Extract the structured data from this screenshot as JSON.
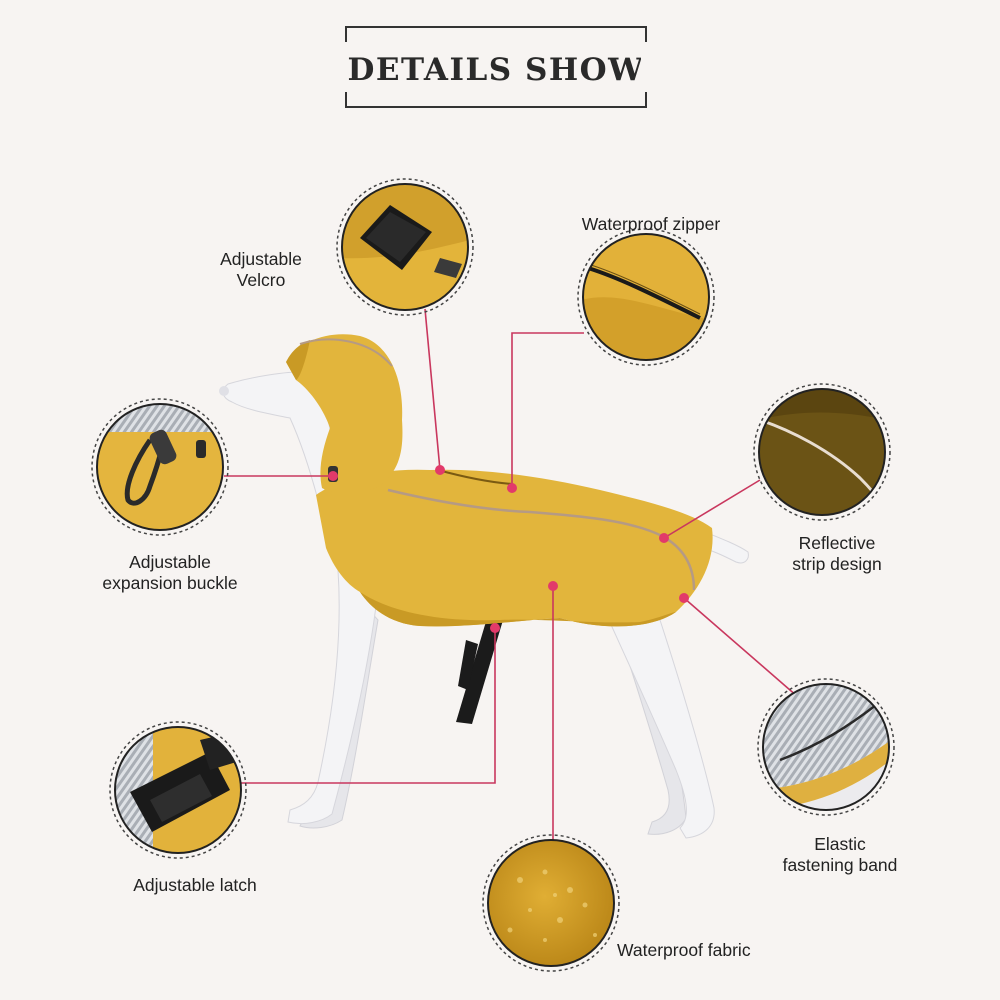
{
  "title": "DETAILS SHOW",
  "callouts": {
    "velcro": {
      "line1": "Adjustable",
      "line2": "Velcro"
    },
    "zipper": {
      "line1": "Waterproof zipper"
    },
    "buckle": {
      "line1": "Adjustable",
      "line2": "expansion buckle"
    },
    "reflective": {
      "line1": "Reflective",
      "line2": "strip design"
    },
    "latch": {
      "line1": "Adjustable latch"
    },
    "elastic": {
      "line1": "Elastic",
      "line2": "fastening band"
    },
    "fabric": {
      "line1": "Waterproof fabric"
    }
  },
  "colors": {
    "background": "#f7f4f2",
    "coat": "#e2b53c",
    "coat_dark": "#c99a25",
    "mannequin": "#f4f4f6",
    "leader": "#c9375e",
    "dot": "#e23a6a"
  }
}
